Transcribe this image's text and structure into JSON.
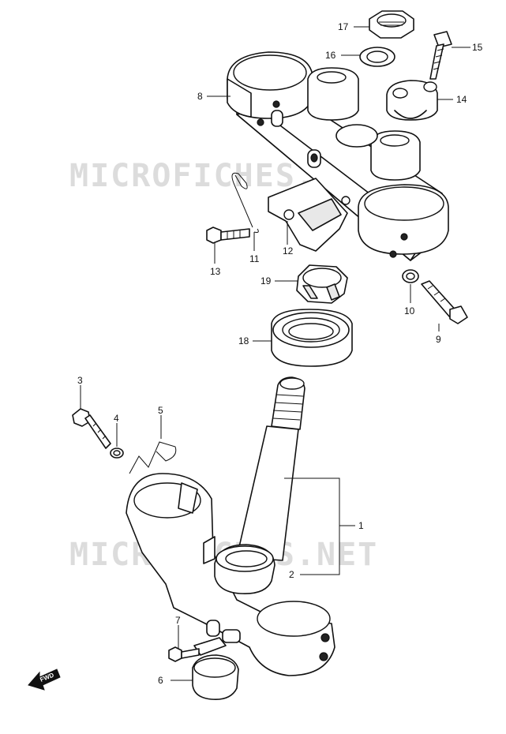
{
  "watermark": "MICROFICHES.NET",
  "fwd_label": "FWD",
  "callouts": {
    "p1": "1",
    "p2": "2",
    "p3": "3",
    "p4": "4",
    "p5": "5",
    "p6": "6",
    "p7": "7",
    "p8": "8",
    "p9": "9",
    "p10": "10",
    "p11": "11",
    "p12": "12",
    "p13": "13",
    "p14": "14",
    "p15": "15",
    "p16": "16",
    "p17": "17",
    "p18": "18",
    "p19": "19"
  }
}
